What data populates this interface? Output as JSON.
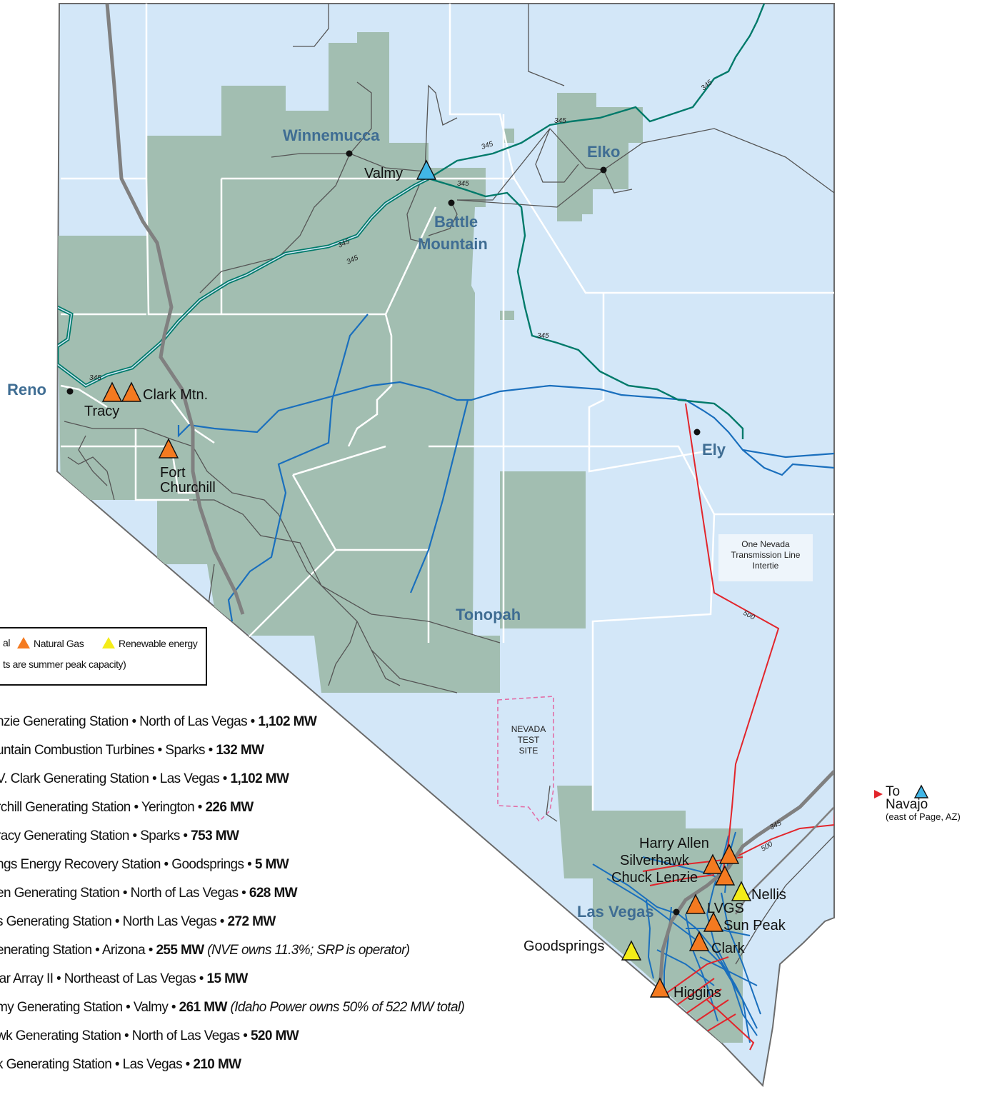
{
  "map": {
    "cities": [
      {
        "name": "Winnemucca"
      },
      {
        "name": "Elko"
      },
      {
        "name": "Battle Mountain",
        "line1": "Battle",
        "line2": "Mountain"
      },
      {
        "name": "Reno"
      },
      {
        "name": "Ely"
      },
      {
        "name": "Tonopah"
      },
      {
        "name": "Las Vegas"
      }
    ],
    "plants": [
      {
        "name": "Valmy",
        "type": "coal"
      },
      {
        "name": "Clark Mtn.",
        "type": "natural-gas"
      },
      {
        "name": "Tracy",
        "type": "natural-gas"
      },
      {
        "name": "Fort Churchill",
        "line1": "Fort",
        "line2": "Churchill",
        "type": "natural-gas"
      },
      {
        "name": "Harry Allen",
        "type": "natural-gas"
      },
      {
        "name": "Silverhawk",
        "type": "natural-gas"
      },
      {
        "name": "Chuck Lenzie",
        "type": "natural-gas"
      },
      {
        "name": "Nellis",
        "type": "renewable"
      },
      {
        "name": "LVGS",
        "type": "natural-gas"
      },
      {
        "name": "Sun Peak",
        "type": "natural-gas"
      },
      {
        "name": "Goodsprings",
        "type": "renewable"
      },
      {
        "name": "Clark",
        "type": "natural-gas"
      },
      {
        "name": "Higgins",
        "type": "natural-gas"
      }
    ],
    "line_voltages": {
      "v345": "345",
      "v500": "500"
    },
    "intertie_label": {
      "line1": "One Nevada",
      "line2": "Transmission Line",
      "line3": "Intertie"
    },
    "test_site": {
      "line1": "NEVADA",
      "line2": "TEST",
      "line3": "SITE"
    },
    "navajo": {
      "to": "To",
      "name": "Navajo",
      "note": "(east of Page, AZ)"
    }
  },
  "colors": {
    "state_fill": "#d3e7f8",
    "federal_land": "#a2beb1",
    "line_345": "#007a6a",
    "line_230": "#1a6fbd",
    "line_500": "#e2252b",
    "line_lower": "#555555",
    "interstate": "#808080",
    "coal": "#41b6e6",
    "natural_gas": "#f47a20",
    "renewable": "#f4ec18",
    "city_label": "#3f6d93"
  },
  "legend": {
    "items": [
      {
        "label": "al",
        "type": "coal"
      },
      {
        "label": "Natural Gas",
        "type": "natural-gas"
      },
      {
        "label": "Renewable energy",
        "type": "renewable"
      }
    ],
    "note": "ts are summer peak capacity)"
  },
  "plant_list": [
    {
      "name": "nzie Generating Station • North of Las Vegas • ",
      "mw": "1,102 MW",
      "note": ""
    },
    {
      "name": "untain Combustion Turbines • Sparks • ",
      "mw": "132 MW",
      "note": ""
    },
    {
      "name": "V. Clark Generating Station • Las Vegas • ",
      "mw": "1,102 MW",
      "note": ""
    },
    {
      "name": "rchill Generating Station • Yerington • ",
      "mw": " 226 MW",
      "note": ""
    },
    {
      "name": "racy Generating Station • Sparks • ",
      "mw": "753 MW",
      "note": ""
    },
    {
      "name": "ngs Energy Recovery Station • Goodsprings • ",
      "mw": "5 MW",
      "note": ""
    },
    {
      "name": "en Generating Station • North of Las Vegas • ",
      "mw": "628 MW",
      "note": ""
    },
    {
      "name": "s Generating Station • North Las Vegas • ",
      "mw": "272 MW",
      "note": ""
    },
    {
      "name": "enerating Station • Arizona • ",
      "mw": "255 MW",
      "note": " (NVE owns 11.3%; SRP is operator)"
    },
    {
      "name": "lar Array II • Northeast of Las Vegas • ",
      "mw": "15 MW",
      "note": ""
    },
    {
      "name": "my Generating Station • Valmy • ",
      "mw": "261 MW",
      "note": " (Idaho Power owns 50% of 522 MW total)"
    },
    {
      "name": "wk Generating Station • North of Las Vegas • ",
      "mw": "520 MW",
      "note": ""
    },
    {
      "name": "k Generating Station • Las Vegas • ",
      "mw": "210 MW",
      "note": ""
    }
  ]
}
